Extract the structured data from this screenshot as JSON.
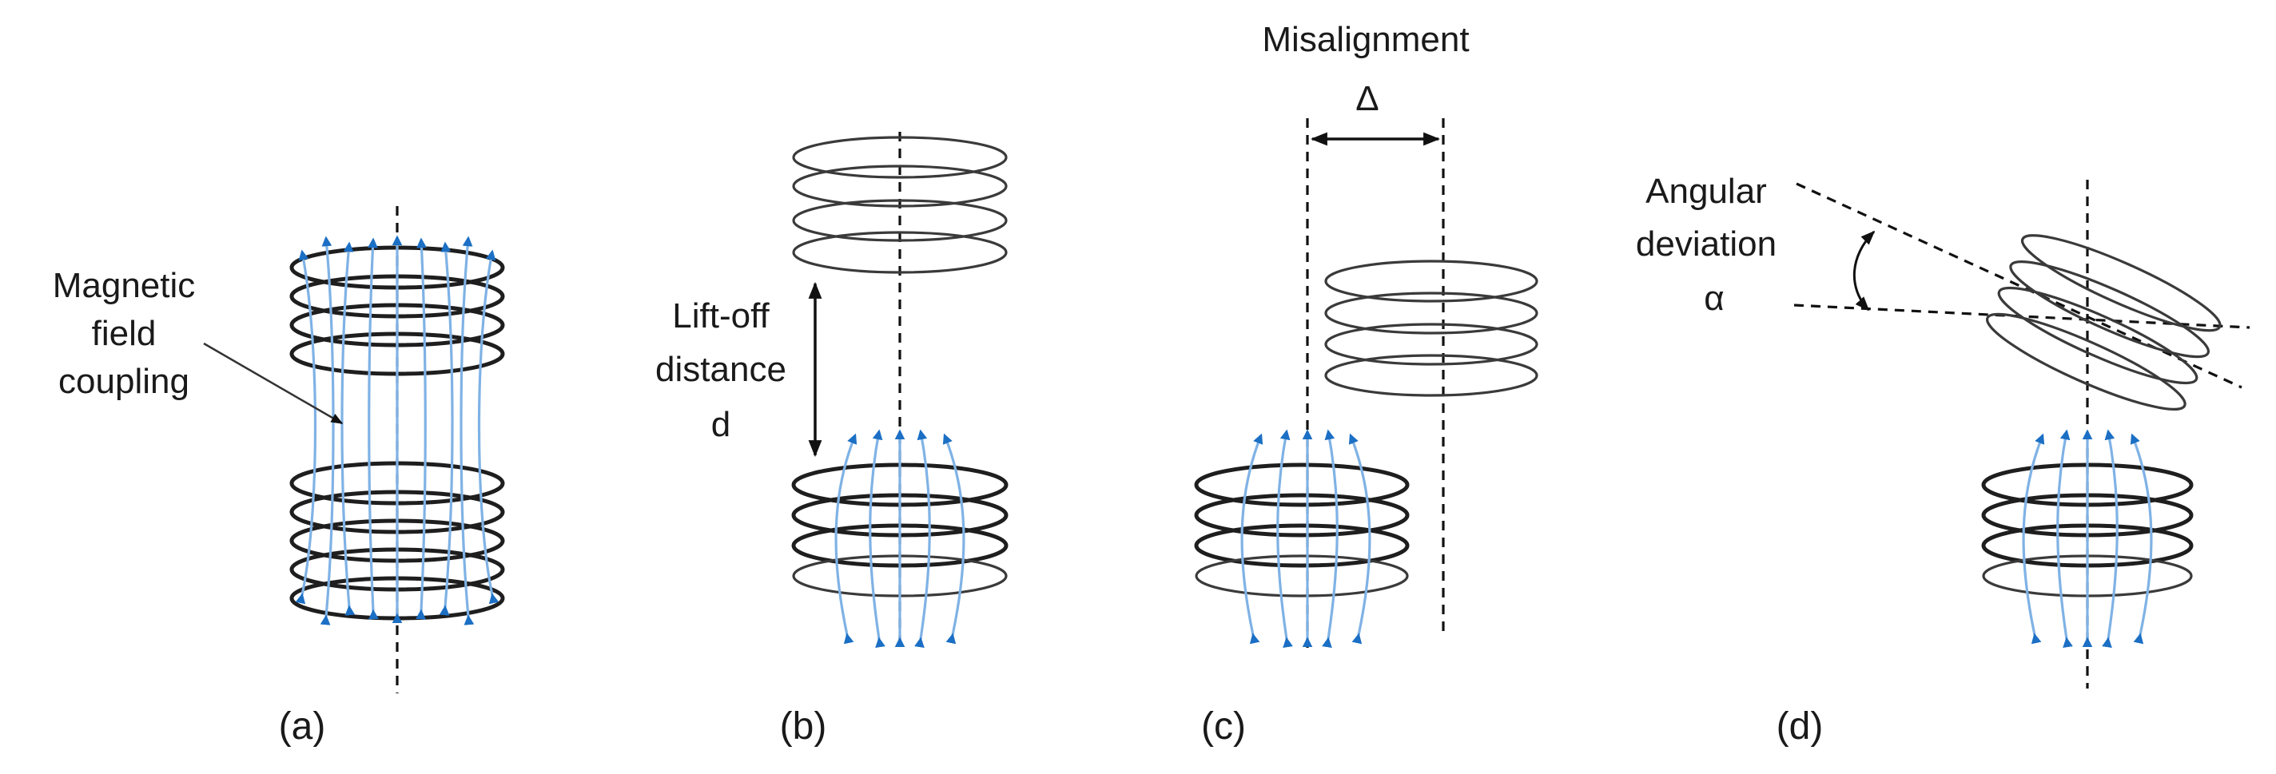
{
  "panels": [
    {
      "id": "a",
      "caption": "(a)",
      "annotation": [
        "Magnetic",
        "field",
        "coupling"
      ]
    },
    {
      "id": "b",
      "caption": "(b)",
      "annotation": [
        "Lift-off",
        "distance",
        "d"
      ]
    },
    {
      "id": "c",
      "caption": "(c)",
      "annotation": [
        "Misalignment",
        "Δ"
      ]
    },
    {
      "id": "d",
      "caption": "(d)",
      "annotation": [
        "Angular",
        "deviation",
        "α"
      ]
    }
  ],
  "colors": {
    "coil": "#1e1e1e",
    "field_line": "#7fb2e5",
    "field_arrow": "#1b6fc4",
    "axis": "#111111"
  }
}
